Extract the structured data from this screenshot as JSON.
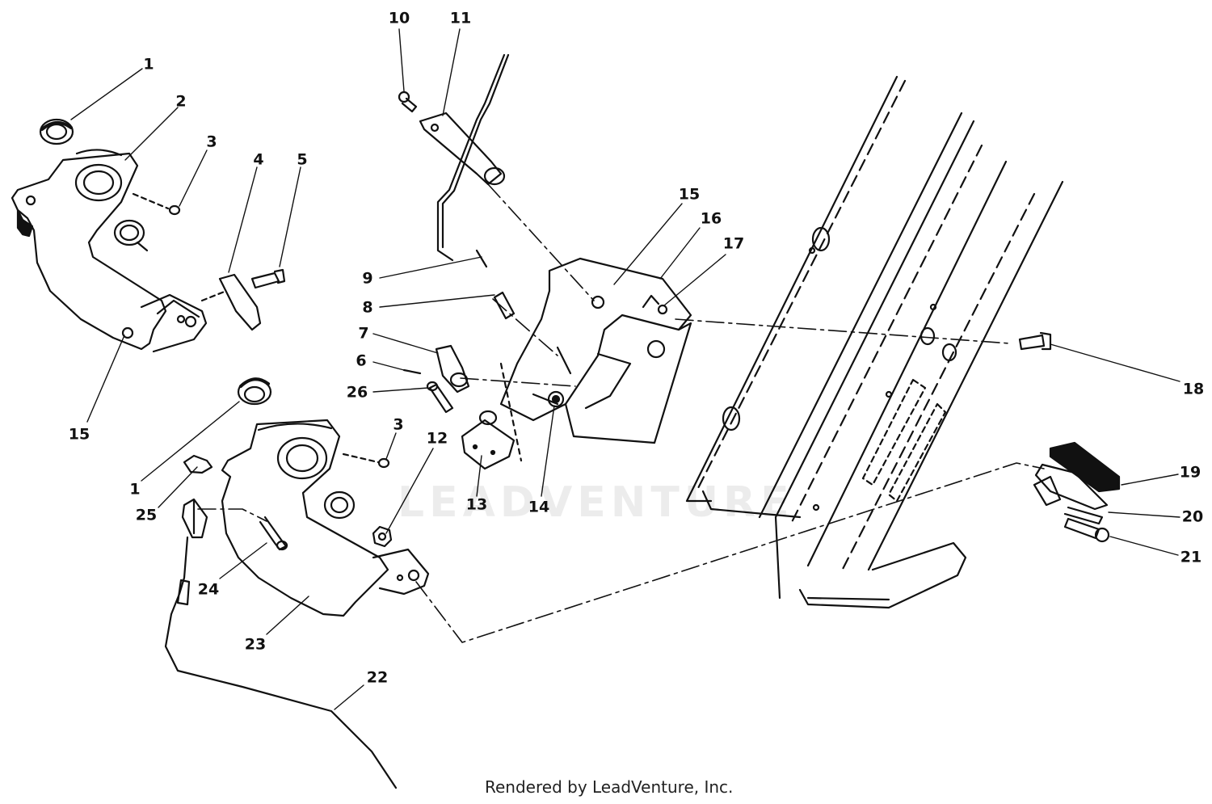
{
  "callouts": [
    "1",
    "2",
    "3",
    "4",
    "5",
    "15",
    "10",
    "11",
    "9",
    "8",
    "7",
    "6",
    "26",
    "15",
    "16",
    "17",
    "18",
    "14",
    "13",
    "12",
    "3",
    "1",
    "25",
    "24",
    "23",
    "22",
    "19",
    "20",
    "21"
  ],
  "watermark": "LEADVENTURE",
  "footer": "Rendered by LeadVenture, Inc."
}
